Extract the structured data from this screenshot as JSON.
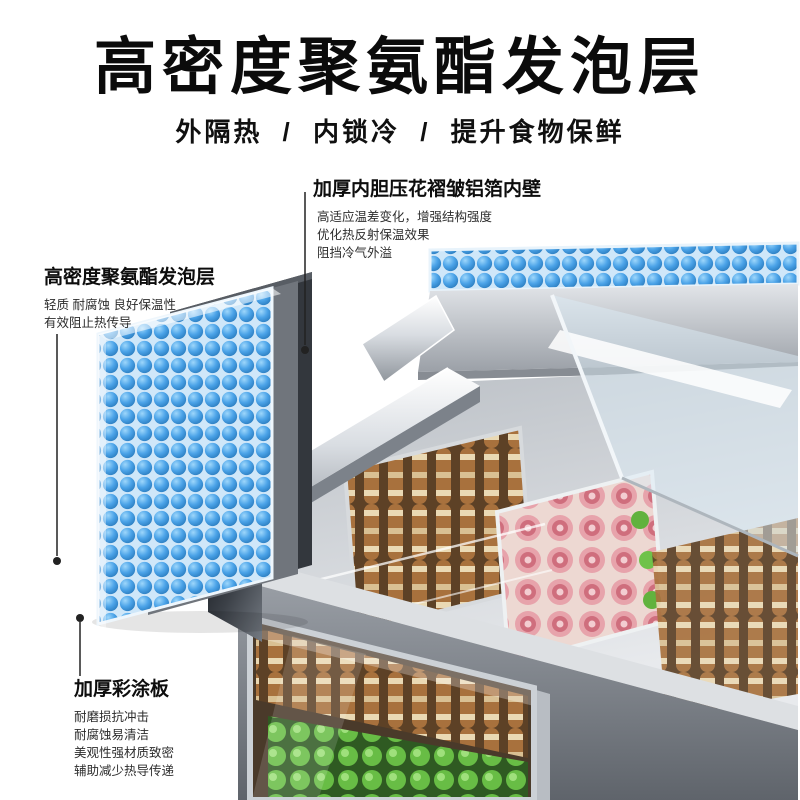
{
  "page": {
    "title": "高密度聚氨酯发泡层",
    "subtitle": "外隔热 / 内锁冷 / 提升食物保鲜"
  },
  "callouts": {
    "inner_liner": {
      "title": "加厚内胆压花褶皱铝箔内壁",
      "lines": [
        "高适应温差变化，增强结构强度",
        "优化热反射保温效果",
        "阻挡冷气外溢"
      ]
    },
    "foam_layer": {
      "title": "高密度聚氨酯发泡层",
      "lines": [
        "轻质 耐腐蚀 良好保温性",
        "有效阻止热传导"
      ]
    },
    "coated_panel": {
      "title": "加厚彩涂板",
      "lines": [
        "耐磨损抗冲击",
        "耐腐蚀易清洁",
        "美观性强材质致密",
        "辅助减少热导传递"
      ]
    }
  },
  "colors": {
    "foam_blue": "#4aa3e8",
    "text_black": "#0b0b0b",
    "metal_grey": "#9ba0a7"
  }
}
